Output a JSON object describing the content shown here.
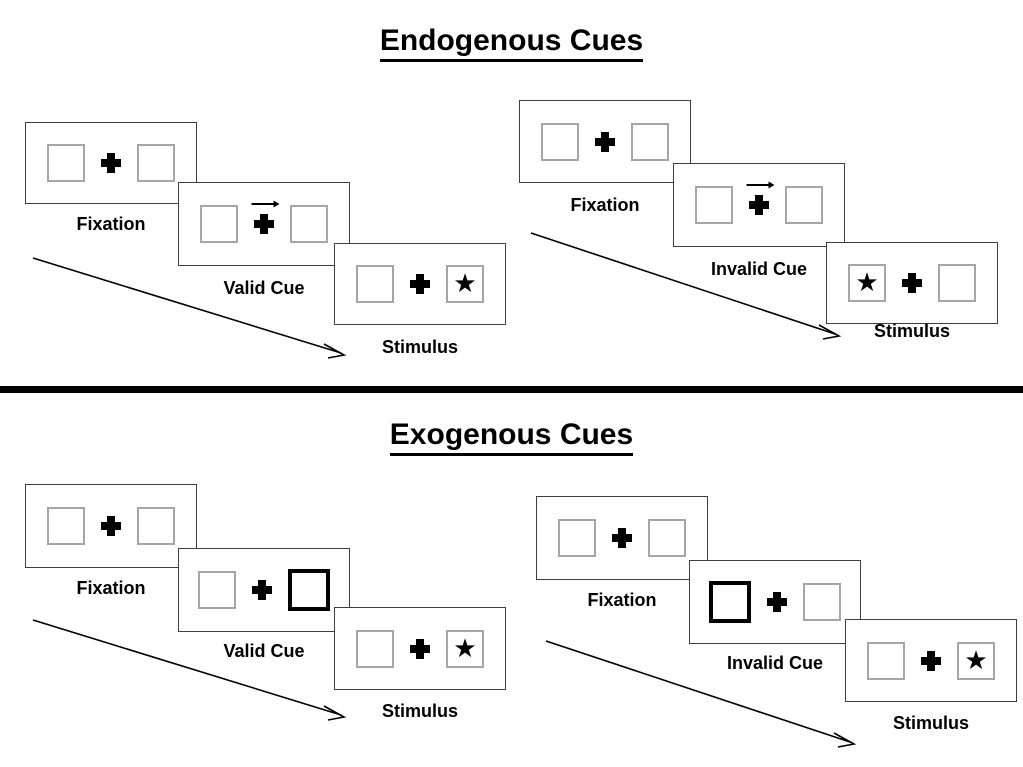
{
  "figure": {
    "title_endogenous": "Endogenous Cues",
    "title_exogenous": "Exogenous Cues",
    "colors": {
      "ink": "#000000",
      "frame_border": "#3f3f3f",
      "placeholder_border": "#a6a6a6",
      "cue_border": "#000000",
      "background": "#ffffff"
    }
  },
  "sections": [
    {
      "id": "endogenous",
      "title": "Endogenous Cues",
      "groups": [
        {
          "id": "endogenous-valid",
          "cue_label": "Valid Cue",
          "frames": [
            {
              "label": "Fixation",
              "left_box": "empty",
              "right_box": "empty",
              "center": "fixation-cross",
              "arrow_cue": "none"
            },
            {
              "label": "Valid Cue",
              "left_box": "empty",
              "right_box": "empty",
              "center": "fixation-cross",
              "arrow_cue": "right"
            },
            {
              "label": "Stimulus",
              "left_box": "empty",
              "right_box": "star",
              "center": "fixation-cross",
              "arrow_cue": "none"
            }
          ]
        },
        {
          "id": "endogenous-invalid",
          "cue_label": "Invalid Cue",
          "frames": [
            {
              "label": "Fixation",
              "left_box": "empty",
              "right_box": "empty",
              "center": "fixation-cross",
              "arrow_cue": "none"
            },
            {
              "label": "Invalid Cue",
              "left_box": "empty",
              "right_box": "empty",
              "center": "fixation-cross",
              "arrow_cue": "right"
            },
            {
              "label": "Stimulus",
              "left_box": "star",
              "right_box": "empty",
              "center": "fixation-cross",
              "arrow_cue": "none"
            }
          ]
        }
      ]
    },
    {
      "id": "exogenous",
      "title": "Exogenous Cues",
      "groups": [
        {
          "id": "exogenous-valid",
          "cue_label": "Valid Cue",
          "frames": [
            {
              "label": "Fixation",
              "left_box": "empty",
              "right_box": "empty",
              "center": "fixation-cross",
              "arrow_cue": "none"
            },
            {
              "label": "Valid Cue",
              "left_box": "empty",
              "right_box": "highlighted",
              "center": "fixation-cross",
              "arrow_cue": "none"
            },
            {
              "label": "Stimulus",
              "left_box": "empty",
              "right_box": "star",
              "center": "fixation-cross",
              "arrow_cue": "none"
            }
          ]
        },
        {
          "id": "exogenous-invalid",
          "cue_label": "Invalid Cue",
          "frames": [
            {
              "label": "Fixation",
              "left_box": "empty",
              "right_box": "empty",
              "center": "fixation-cross",
              "arrow_cue": "none"
            },
            {
              "label": "Invalid Cue",
              "left_box": "highlighted",
              "right_box": "empty",
              "center": "fixation-cross",
              "arrow_cue": "none"
            },
            {
              "label": "Stimulus",
              "left_box": "empty",
              "right_box": "star",
              "center": "fixation-cross",
              "arrow_cue": "none"
            }
          ]
        }
      ]
    }
  ],
  "labels": {
    "endo_valid_fixation": "Fixation",
    "endo_valid_cue": "Valid Cue",
    "endo_valid_stimulus": "Stimulus",
    "endo_invalid_fixation": "Fixation",
    "endo_invalid_cue": "Invalid Cue",
    "endo_invalid_stimulus": "Stimulus",
    "exo_valid_fixation": "Fixation",
    "exo_valid_cue": "Valid Cue",
    "exo_valid_stimulus": "Stimulus",
    "exo_invalid_fixation": "Fixation",
    "exo_invalid_cue": "Invalid Cue",
    "exo_invalid_stimulus": "Stimulus"
  },
  "glyphs": {
    "star": "★"
  }
}
